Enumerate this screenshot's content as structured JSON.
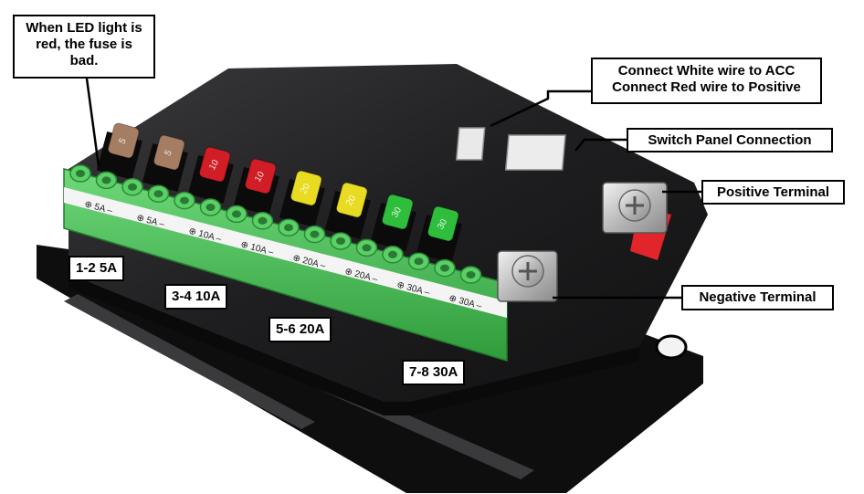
{
  "callouts": {
    "led_note": "When LED light is red, the fuse is bad.",
    "acc_line1": "Connect White wire to ACC",
    "acc_line2": "Connect Red wire to Positive",
    "switch_panel": "Switch Panel Connection",
    "positive_terminal": "Positive Terminal",
    "negative_terminal": "Negative Terminal"
  },
  "fuse_groups": [
    "1-2 5A",
    "3-4 10A",
    "5-6 20A",
    "7-8 30A"
  ],
  "terminal_strip_labels": [
    "5A",
    "5A",
    "10A",
    "10A",
    "20A",
    "20A",
    "30A",
    "30A"
  ],
  "fuses": [
    {
      "rating": "5",
      "color": "#a47d63"
    },
    {
      "rating": "5",
      "color": "#a47d63"
    },
    {
      "rating": "10",
      "color": "#d01d26"
    },
    {
      "rating": "10",
      "color": "#d01d26"
    },
    {
      "rating": "20",
      "color": "#e8db21"
    },
    {
      "rating": "20",
      "color": "#e8db21"
    },
    {
      "rating": "30",
      "color": "#2fbe3c"
    },
    {
      "rating": "30",
      "color": "#2fbe3c"
    }
  ],
  "colors": {
    "housing": "#1b1b1c",
    "terminal_green": "#4ec45c",
    "positive_red": "#e2252b"
  }
}
